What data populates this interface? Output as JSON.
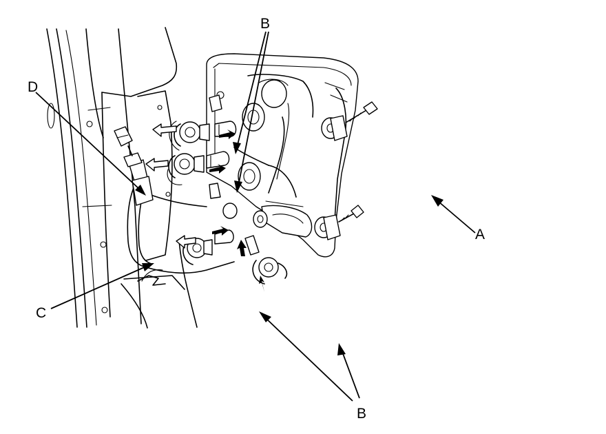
{
  "callouts": {
    "a": "A",
    "b_top": "B",
    "b_bottom": "B",
    "c": "C",
    "d": "D"
  }
}
